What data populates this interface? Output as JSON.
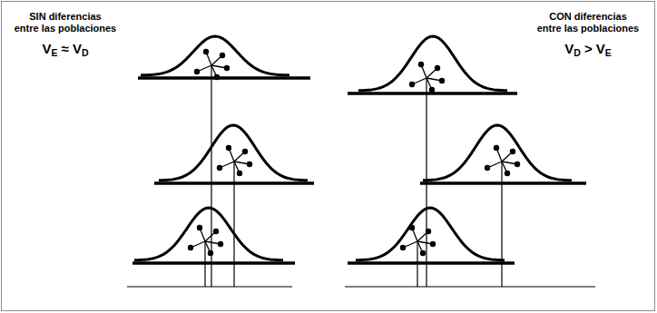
{
  "diagram": {
    "labels": [
      "SIN diferencias entre las poblaciones",
      "VE ≈ VD",
      "CON diferencias entre las poblaciones",
      "VD > VE"
    ]
  }
}
